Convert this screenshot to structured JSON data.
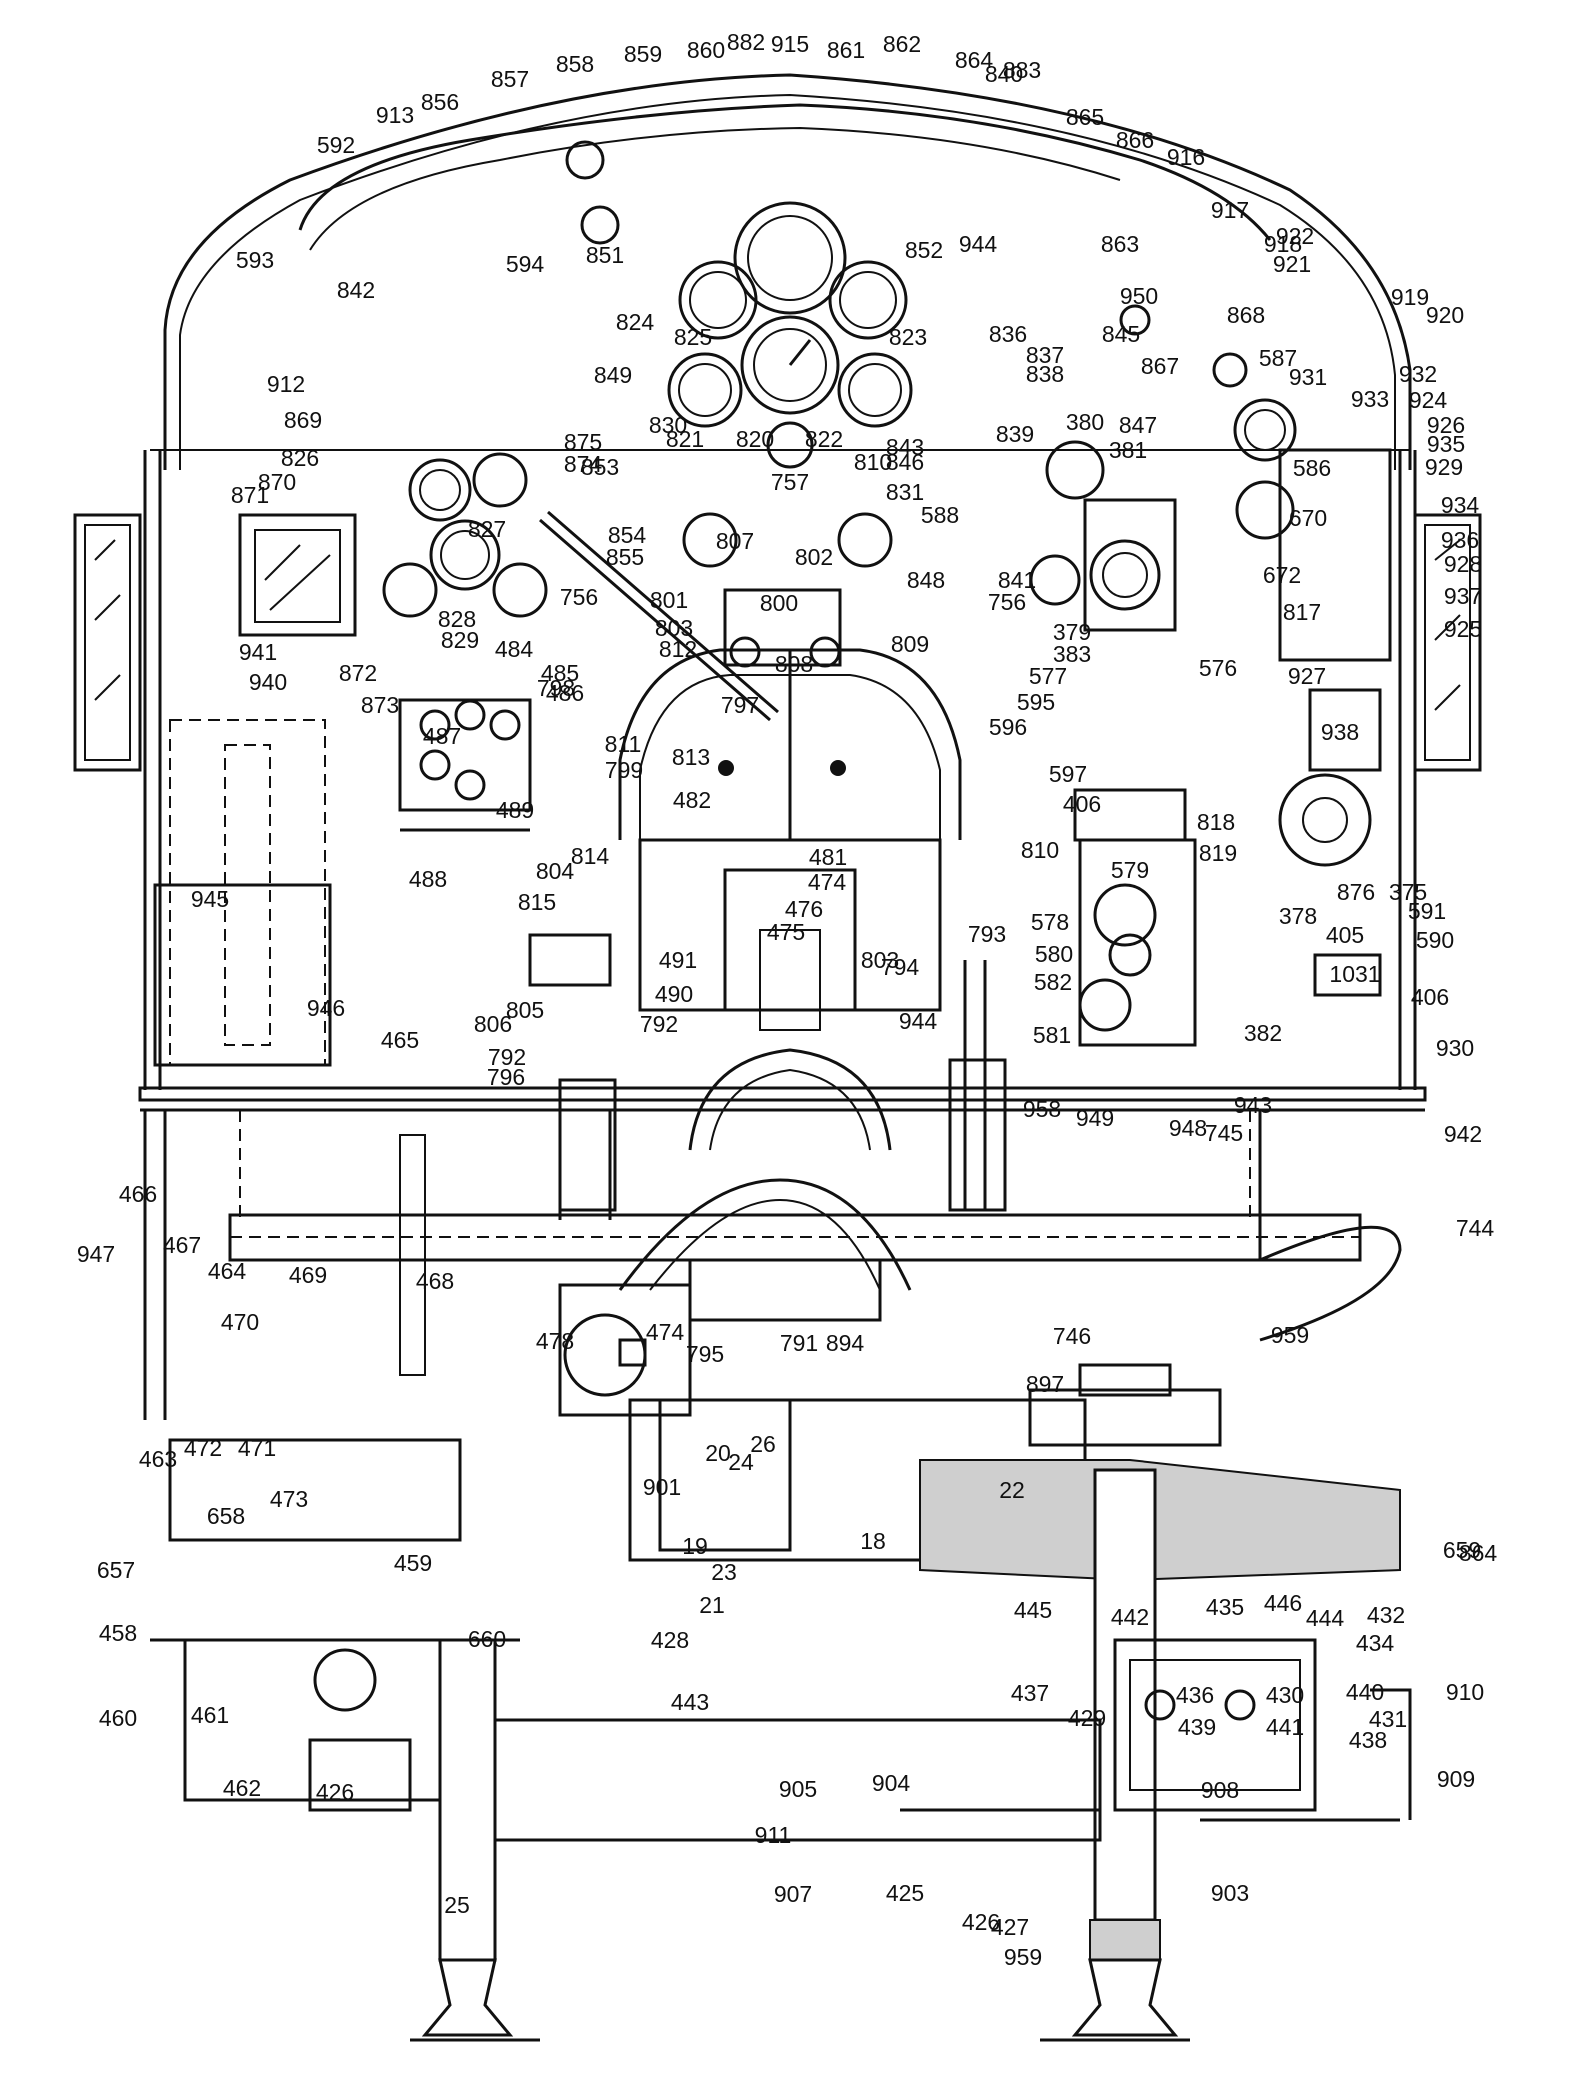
{
  "figure": {
    "reference_numerals": [
      "856",
      "857",
      "858",
      "859",
      "860",
      "882",
      "915",
      "861",
      "862",
      "864",
      "883",
      "865",
      "866",
      "916",
      "917",
      "918",
      "913",
      "592",
      "593",
      "594",
      "842",
      "824",
      "851",
      "863",
      "852",
      "944",
      "845",
      "950",
      "922",
      "921",
      "919",
      "920",
      "868",
      "867",
      "825",
      "823",
      "836",
      "837",
      "838",
      "587",
      "931",
      "932",
      "933",
      "924",
      "926",
      "935",
      "929",
      "934",
      "936",
      "928",
      "937",
      "925",
      "938",
      "912",
      "849",
      "869",
      "875",
      "874",
      "853",
      "830",
      "821",
      "820",
      "822",
      "843",
      "846",
      "831",
      "810",
      "757",
      "826",
      "870",
      "871",
      "941",
      "940",
      "872",
      "873",
      "827",
      "828",
      "829",
      "756",
      "854",
      "855",
      "807",
      "802",
      "801",
      "800",
      "803",
      "812",
      "808",
      "809",
      "848",
      "841",
      "756",
      "379",
      "383",
      "577",
      "576",
      "595",
      "596",
      "597",
      "406",
      "818",
      "819",
      "579",
      "578",
      "580",
      "582",
      "581",
      "810",
      "876",
      "375",
      "591",
      "590",
      "378",
      "405",
      "1031",
      "382",
      "930",
      "406",
      "943",
      "745",
      "942",
      "744",
      "484",
      "485",
      "486",
      "487",
      "489",
      "488",
      "798",
      "797",
      "811",
      "799",
      "813",
      "482",
      "481",
      "474",
      "476",
      "475",
      "491",
      "490",
      "803",
      "814",
      "804",
      "815",
      "806",
      "805",
      "792",
      "796",
      "792",
      "794",
      "793",
      "944",
      "958",
      "949",
      "948",
      "945",
      "946",
      "465",
      "466",
      "947",
      "467",
      "464",
      "469",
      "468",
      "470",
      "463",
      "472",
      "471",
      "473",
      "478",
      "474",
      "795",
      "791",
      "894",
      "897",
      "746",
      "959",
      "659",
      "658",
      "657",
      "458",
      "459",
      "660",
      "460",
      "461",
      "462",
      "426",
      "25",
      "20",
      "26",
      "24",
      "901",
      "22",
      "18",
      "19",
      "23",
      "21",
      "428",
      "443",
      "445",
      "442",
      "435",
      "446",
      "444",
      "432",
      "434",
      "436",
      "430",
      "440",
      "431",
      "438",
      "439",
      "441",
      "437",
      "429",
      "908",
      "910",
      "909",
      "903",
      "905",
      "904",
      "911",
      "907",
      "425",
      "426",
      "427",
      "959",
      "864",
      "840",
      "839",
      "380",
      "381",
      "847",
      "588",
      "586",
      "670",
      "672",
      "817",
      "927"
    ]
  }
}
